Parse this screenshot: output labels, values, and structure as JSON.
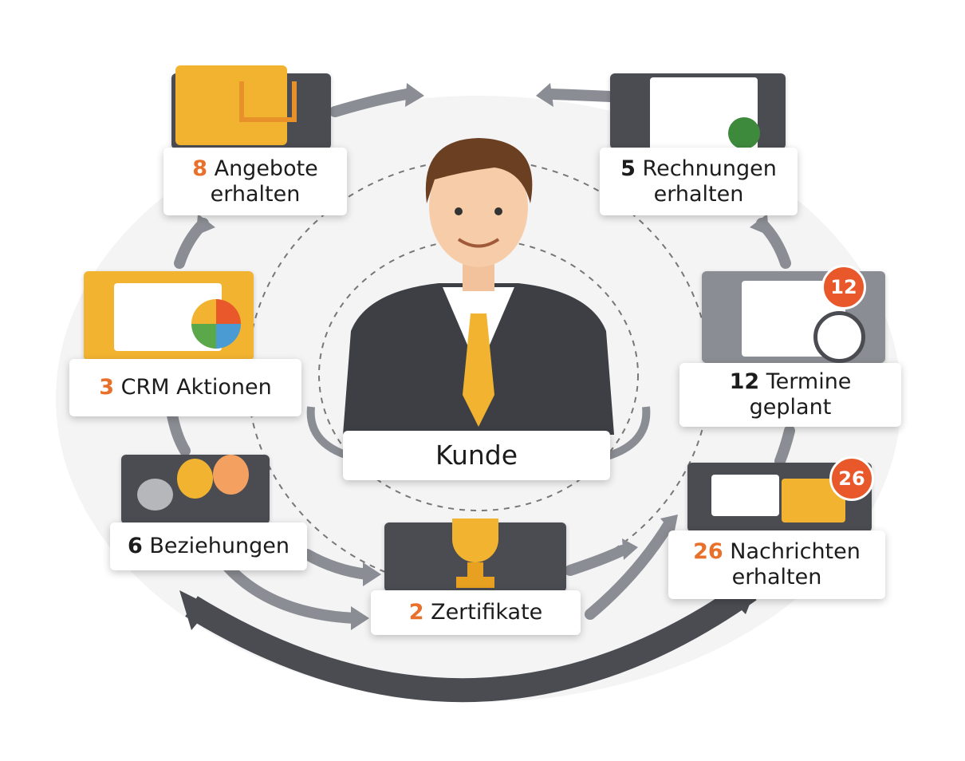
{
  "center": {
    "label": "Kunde"
  },
  "nodes": [
    {
      "id": "angebote",
      "count": "8",
      "line1": "Angebote",
      "line2": "erhalten",
      "icon": "folder-cart-icon"
    },
    {
      "id": "rechnungen",
      "count": "5",
      "line1": "Rechnungen",
      "line2": "erhalten",
      "icon": "invoice-checklist-icon"
    },
    {
      "id": "crm",
      "count": "3",
      "line1": "CRM Aktionen",
      "line2": "",
      "icon": "dashboard-pie-chart-icon"
    },
    {
      "id": "termine",
      "count": "12",
      "line1": "Termine",
      "line2": "geplant",
      "icon": "calendar-clock-icon",
      "badge": "12"
    },
    {
      "id": "beziehungen",
      "count": "6",
      "line1": "Beziehungen",
      "line2": "",
      "icon": "people-icon"
    },
    {
      "id": "zertifikate",
      "count": "2",
      "line1": "Zertifikate",
      "line2": "",
      "icon": "trophy-icon"
    },
    {
      "id": "nachrichten",
      "count": "26",
      "line1": "Nachrichten",
      "line2": "erhalten",
      "icon": "chat-envelope-icon",
      "badge": "26"
    }
  ],
  "colors": {
    "accent": "#e8702a",
    "gold": "#f2b330",
    "dark": "#4a4c52",
    "arrow": "#8a8d93"
  }
}
